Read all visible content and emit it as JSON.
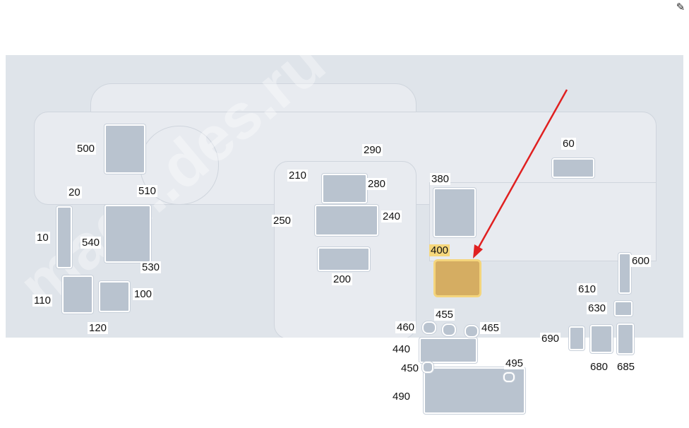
{
  "toolbar": {
    "edit_icon": "edit-icon"
  },
  "watermark": "mag...des.ru",
  "highlight_color": "#f6d77c",
  "arrow_color": "#e02020",
  "labels": [
    "10",
    "20",
    "60",
    "100",
    "110",
    "120",
    "200",
    "210",
    "240",
    "250",
    "280",
    "290",
    "380",
    "400",
    "440",
    "450",
    "455",
    "460",
    "465",
    "490",
    "495",
    "500",
    "510",
    "530",
    "540",
    "600",
    "610",
    "630",
    "680",
    "685",
    "690"
  ],
  "highlighted_part": "400"
}
